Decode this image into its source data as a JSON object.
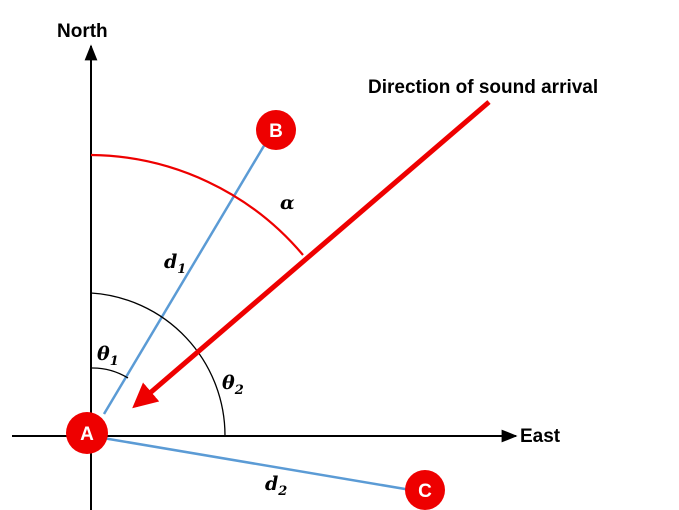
{
  "axes": {
    "north_label": "North",
    "east_label": "East"
  },
  "sound": {
    "label": "Direction of sound arrival"
  },
  "points": {
    "a": "A",
    "b": "B",
    "c": "C"
  },
  "symbols": {
    "alpha": "α",
    "d1_base": "d",
    "d1_sub": "1",
    "d2_base": "d",
    "d2_sub": "2",
    "theta1_base": "θ",
    "theta1_sub": "1",
    "theta2_base": "θ",
    "theta2_sub": "2"
  },
  "colors": {
    "axis": "#000000",
    "sound_arrow": "#ee0000",
    "baseline": "#5b9bd5",
    "node_fill": "#ee0000",
    "node_text": "#ffffff"
  }
}
